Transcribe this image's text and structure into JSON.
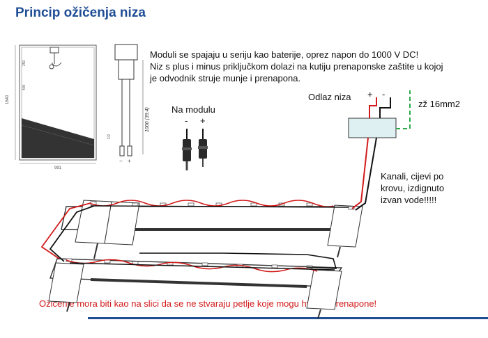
{
  "title": "Princip ožičenja niza",
  "description": {
    "line1": "Moduli se spajaju u seriju kao baterije, oprez napon do 1000 V DC!",
    "line2": "Niz s plus i minus priključkom dolazi na kutiju prenaponske zaštite u kojoj",
    "line3": "je odvodnik struje munje i prenapona."
  },
  "string_output_label": "Odlaz niza",
  "plus_sign": "+",
  "minus_sign": "-",
  "ground_label": "zž 16mm2",
  "module_label": "Na modulu",
  "module_minus": "-",
  "module_plus": "+",
  "channels": {
    "line1": "Kanali, cijevi po",
    "line2": "krovu, izdignuto",
    "line3": "izvan vode!!!!!"
  },
  "warning": "Ožičenje mora biti kao na slici da se ne stvaraju petlje koje mogu hvatati prenapone!",
  "drawing_dims": {
    "height": "1640",
    "width": "991",
    "d1": "250",
    "d2": "400",
    "cable_length": "1000 (39.4)",
    "dim_small": "10",
    "minus": "−",
    "plus": "+"
  },
  "colors": {
    "title": "#1f4e96",
    "positive_wire": "#d21a1a",
    "negative_wire": "#111111",
    "ground_wire": "#2aa84a",
    "junction_box": "#dff0f3"
  }
}
